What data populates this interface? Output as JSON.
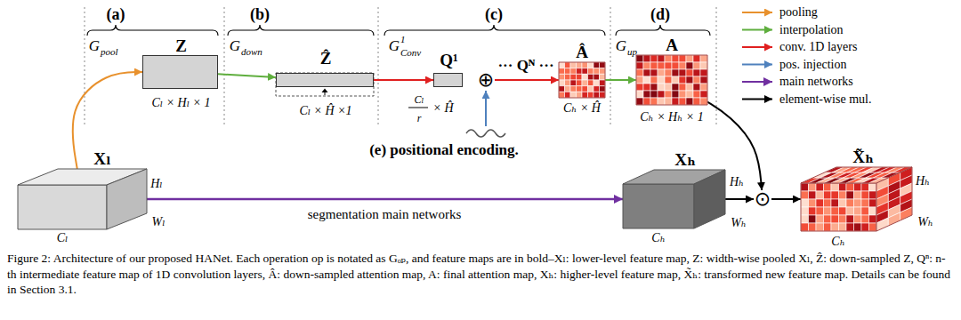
{
  "diagram": {
    "caption": "Figure 2: Architecture of our proposed HANet. Each operation op is notated as Gₒₚ, and feature maps are in bold–Xₗ: lower-level feature map, Z: width-wise pooled Xₗ, Ẑ: down-sampled Z, Qⁿ: n-th intermediate feature map of 1D convolution layers, Â: down-sampled attention map, A: final attention map, Xₕ: higher-level feature map, X̃ₕ: transformed new feature map. Details can be found in Section 3.1.",
    "nodes": [
      {
        "text": [
          "Z",
          "Cₗ × Hₗ × 1"
        ]
      },
      {
        "text": [
          "Ẑ",
          "Cₗ × Ĥ ×1"
        ]
      },
      {
        "text": [
          "Q¹",
          "Cₗ",
          "r",
          "× Ĥ"
        ]
      },
      {
        "text": [
          "⊕"
        ]
      },
      {
        "text": [
          "Â",
          "Cₕ × Ĥ"
        ]
      },
      {
        "text": [
          "A",
          "Cₕ × Hₕ × 1"
        ]
      },
      {
        "text": [
          "Xₗ",
          "Hₗ",
          "Wₗ",
          "Cₗ"
        ]
      },
      {
        "text": [
          "Xₕ",
          "Hₕ",
          "Wₕ",
          "Cₕ"
        ]
      },
      {
        "text": [
          "⊙"
        ]
      },
      {
        "text": [
          "X̃ₕ",
          "Hₕ",
          "Wₕ",
          "Cₕ"
        ]
      }
    ],
    "edges": [
      {
        "from": 6,
        "to": 0,
        "arrow": "to"
      },
      {
        "from": 0,
        "to": 1,
        "arrow": "to"
      },
      {
        "from": 1,
        "to": 2,
        "arrow": "to"
      },
      {
        "from": 3,
        "to": 4,
        "arrow": "to",
        "label": "··· Qᴺ ···"
      },
      {
        "from": 4,
        "to": 5,
        "arrow": "to"
      },
      {
        "from": 5,
        "to": 8,
        "arrow": "to"
      },
      {
        "from": 6,
        "to": 7,
        "arrow": "to",
        "label": "segmentation main networks"
      },
      {
        "from": 7,
        "to": 8,
        "arrow": "to"
      },
      {
        "from": 8,
        "to": 9,
        "arrow": "to"
      }
    ],
    "labels": [
      "(a)",
      "(b)",
      "(c)",
      "(d)",
      "G",
      "pool",
      "G",
      "down",
      "G",
      "1",
      "Conv",
      "G",
      "up",
      "(e) positional encoding."
    ],
    "legend": [
      {
        "text": "pooling"
      },
      {
        "text": "interpolation"
      },
      {
        "text": "conv. 1D layers"
      },
      {
        "text": "pos. injection"
      },
      {
        "text": "main networks"
      },
      {
        "text": "element-wise mul."
      }
    ]
  }
}
